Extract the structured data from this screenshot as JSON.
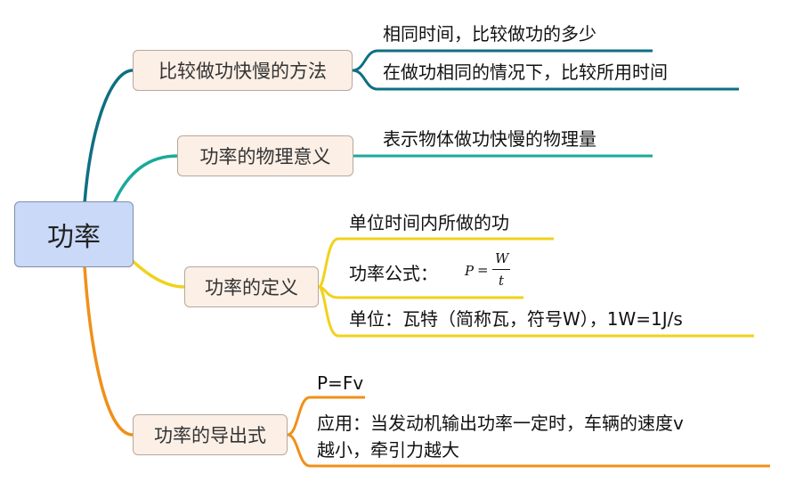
{
  "root": {
    "label": "功率"
  },
  "branches": [
    {
      "label": "比较做功快慢的方法",
      "color": "#0e6f82",
      "leaves": [
        "相同时间，比较做功的多少",
        "在做功相同的情况下，比较所用时间"
      ]
    },
    {
      "label": "功率的物理意义",
      "color": "#1aa99a",
      "leaves": [
        "表示物体做功快慢的物理量"
      ]
    },
    {
      "label": "功率的定义",
      "color": "#f1d21c",
      "leaves": [
        "单位时间内所做的功",
        "功率公式：",
        "单位：瓦特（简称瓦，符号W），1W=1J/s"
      ],
      "formula": {
        "left": "P",
        "equals": "=",
        "numerator": "W",
        "denominator": "t"
      }
    },
    {
      "label": "功率的导出式",
      "color": "#f0901a",
      "leaves": [
        "P=Fv",
        "应用：当发动机输出功率一定时，车辆的速度v",
        "越小，牵引力越大"
      ]
    }
  ]
}
